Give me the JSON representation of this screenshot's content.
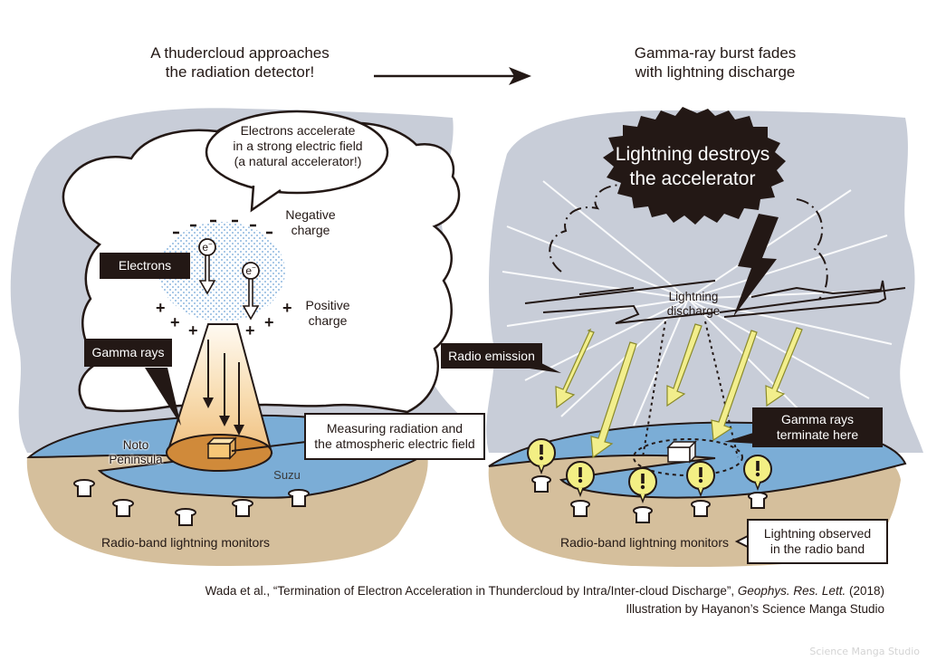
{
  "left_panel": {
    "heading": [
      "A thudercloud approaches",
      "the radiation detector!"
    ],
    "speech_bubble": [
      "Electrons accelerate",
      "in a strong electric field",
      "(a natural accelerator!)"
    ],
    "negative_charge": [
      "Negative",
      "charge"
    ],
    "positive_charge": [
      "Positive",
      "charge"
    ],
    "electron_symbol": "e",
    "electrons_label": "Electrons",
    "gamma_rays_label": "Gamma rays",
    "measuring_label": [
      "Measuring radiation and",
      "the atmospheric electric field"
    ],
    "peninsula_label": [
      "Noto",
      "Peninsula"
    ],
    "suzu_label": "Suzu",
    "monitors_label": "Radio-band lightning monitors"
  },
  "right_panel": {
    "heading": [
      "Gamma-ray burst fades",
      "with lightning discharge"
    ],
    "burst_bubble": [
      "Lightning destroys",
      "the accelerator"
    ],
    "discharge_label": [
      "Lightning",
      "discharge"
    ],
    "radio_emission_label": "Radio emission",
    "terminate_label": [
      "Gamma rays",
      "terminate here"
    ],
    "monitors_label": "Radio-band lightning monitors",
    "observed_label": [
      "Lightning observed",
      "in the radio band"
    ],
    "alert_symbol": "!"
  },
  "transition_arrow": "arrow-right-icon",
  "credits": {
    "citation_prefix": "Wada et al., “Termination of Electron Acceleration in Thundercloud by Intra/Inter-cloud Discharge”,",
    "journal": "Geophys. Res. Lett.",
    "year": "(2018)",
    "illustration": "Illustration by Hayanon’s Science Manga Studio"
  },
  "watermark": "Science Manga Studio",
  "colors": {
    "sky": "#c8cdd8",
    "sea": "#7badd6",
    "land": "#d5bf9c",
    "ink": "#231815",
    "gamma_beam": "#f6cf96",
    "detector_zone": "#d08a3a",
    "radio_arrow": "#f2ee8c",
    "alert_bubble": "#f3ef84"
  }
}
